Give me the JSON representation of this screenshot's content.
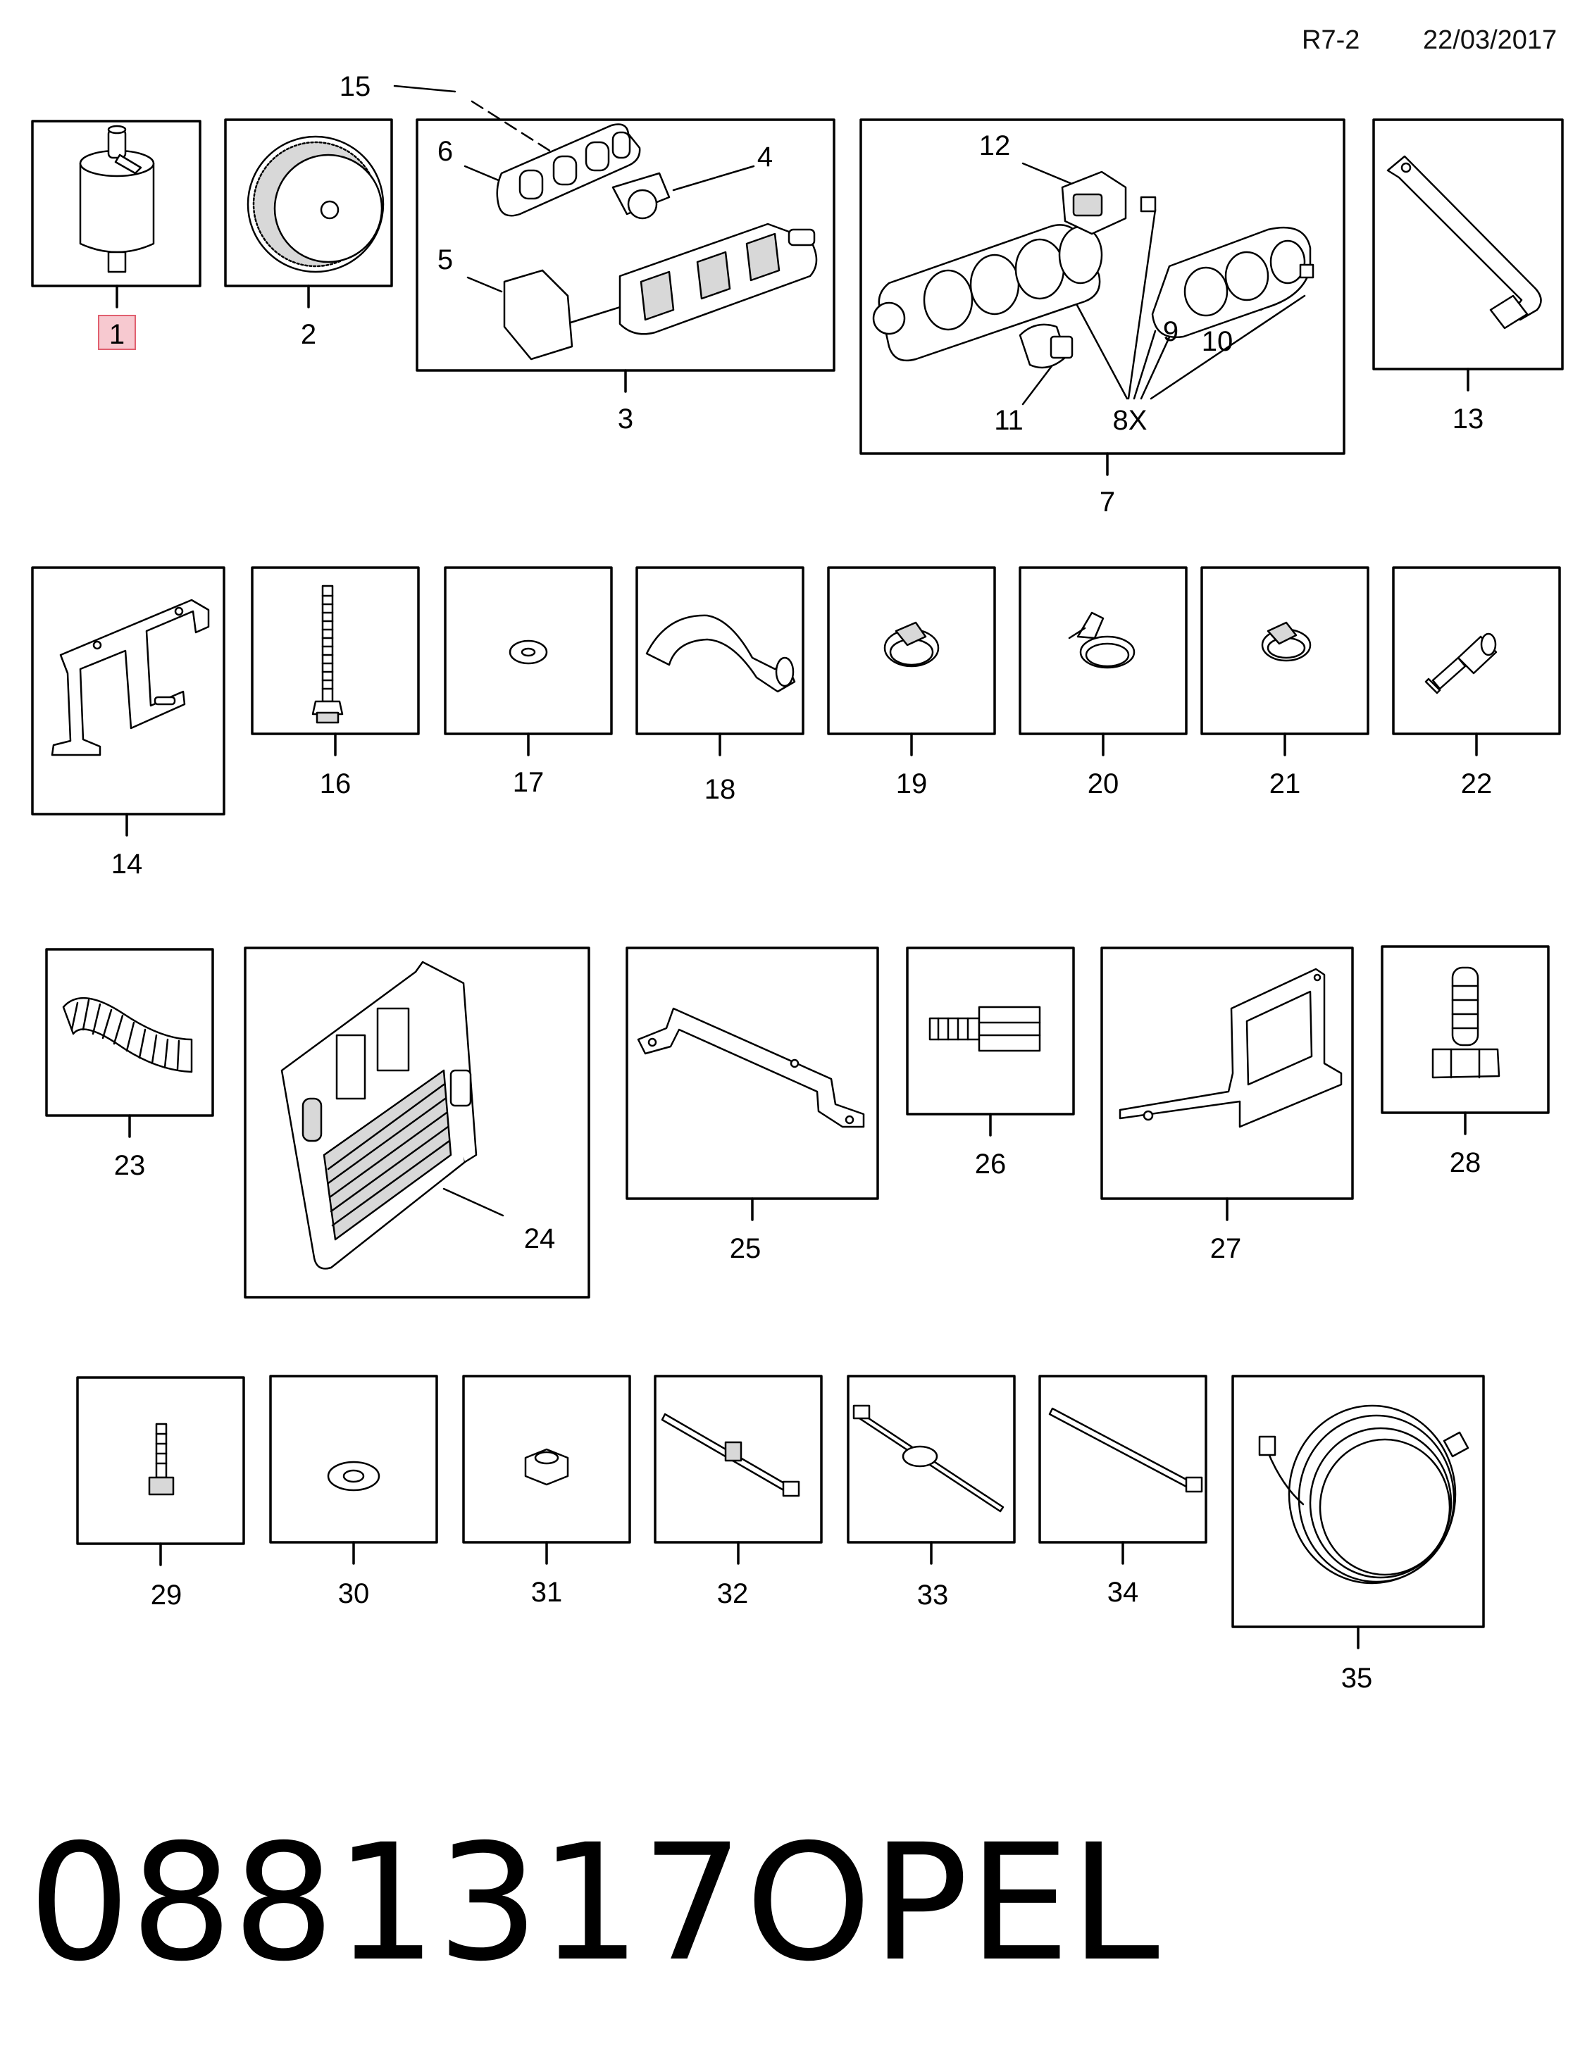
{
  "header": {
    "sheet_code": "R7-2",
    "date": "22/03/2017"
  },
  "footer": {
    "part_number": "0881317",
    "brand": "OPEL"
  },
  "parts": [
    "1",
    "2",
    "3",
    "4",
    "5",
    "6",
    "7",
    "8X",
    "9",
    "10",
    "11",
    "12",
    "13",
    "14",
    "15",
    "16",
    "17",
    "18",
    "19",
    "20",
    "21",
    "22",
    "23",
    "24",
    "25",
    "26",
    "27",
    "28",
    "29",
    "30",
    "31",
    "32",
    "33",
    "34",
    "35"
  ],
  "highlight": {
    "part": "1",
    "color": "#f7c9d0",
    "border": "#e0606f"
  }
}
